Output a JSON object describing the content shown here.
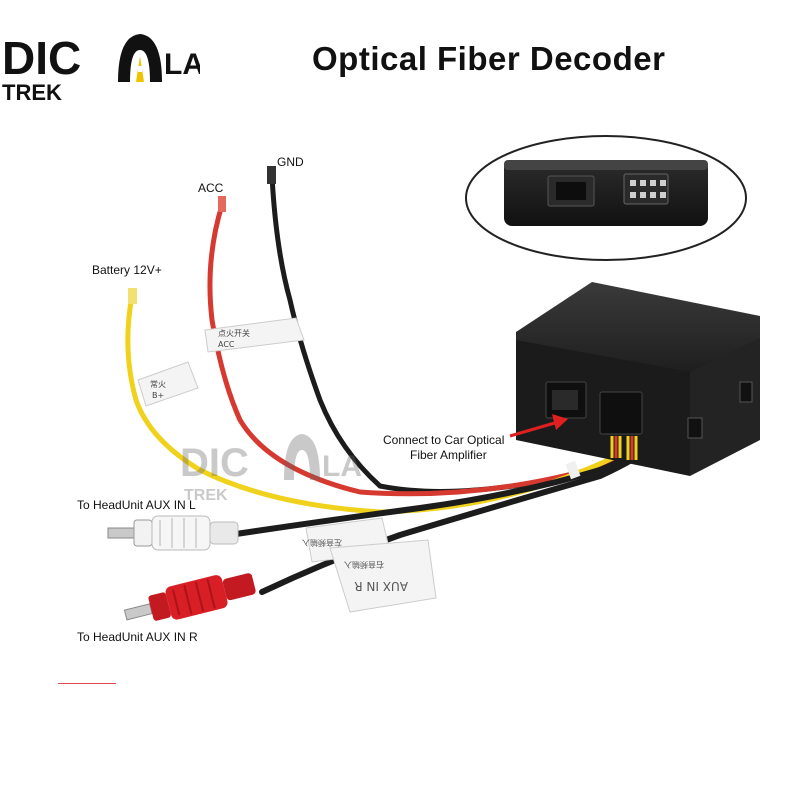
{
  "title": "Optical Fiber Decoder",
  "logo": {
    "top": "DIC",
    "bottom": "TREK",
    "arch": "A",
    "right": "LA"
  },
  "watermark": {
    "top": "DIC",
    "bottom": "TREK",
    "arch": "A",
    "right": "LA"
  },
  "labels": {
    "gnd": "GND",
    "acc": "ACC",
    "battery": "Battery 12V+",
    "connect_line1": "Connect to Car Optical",
    "connect_line2": "Fiber Amplifier",
    "aux_l": "To HeadUnit AUX IN L",
    "aux_r": "To HeadUnit AUX IN R"
  },
  "tags": {
    "acc_tag_line1": "点火开关",
    "acc_tag_line2": "ACC",
    "battery_tag_line1": "常火",
    "battery_tag_line2": "B+",
    "aux_l_tag": "左音频输入",
    "aux_r_tag_line1": "右音频输入",
    "aux_r_tag_line2": "AUX IN R"
  },
  "colors": {
    "red_wire": "#d6392f",
    "yellow_wire": "#f0d21c",
    "black_wire": "#1c1c1c",
    "box": "#1b1b1b",
    "rca_red": "#d81f26",
    "rca_white": "#f2f2f2",
    "arrow": "#e02020"
  }
}
